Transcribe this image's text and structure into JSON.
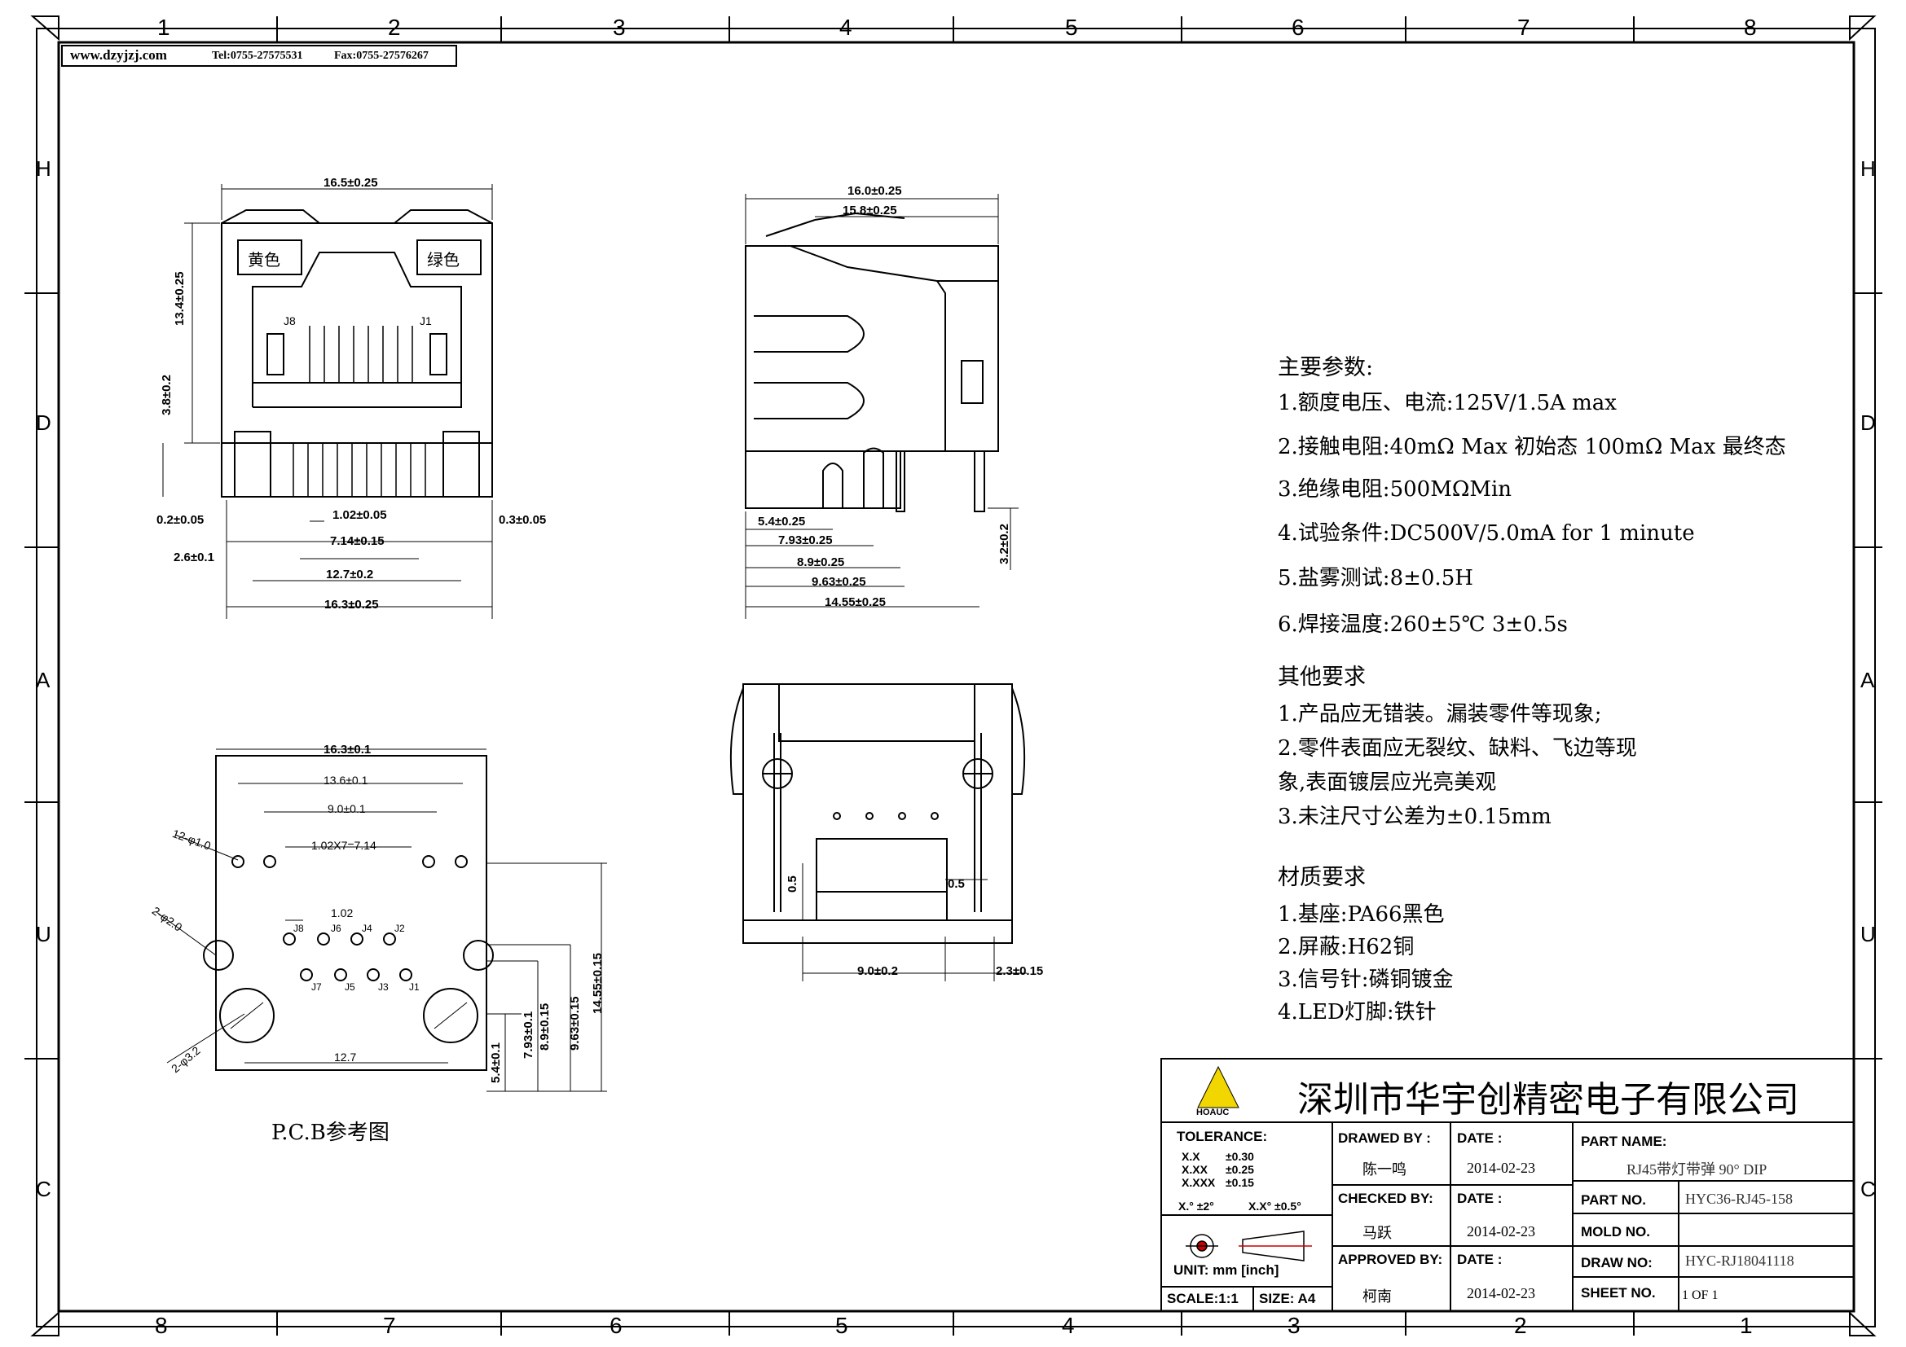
{
  "header": {
    "website": "www.dzyjzj.com",
    "phone": "Tel:0755-27575531",
    "fax": "Fax:0755-27576267"
  },
  "zones": {
    "top": [
      "1",
      "2",
      "3",
      "4",
      "5",
      "6",
      "7",
      "8"
    ],
    "bottom": [
      "8",
      "7",
      "6",
      "5",
      "4",
      "3",
      "2",
      "1"
    ],
    "left": [
      "H",
      "D",
      "A",
      "U",
      "C"
    ],
    "right": [
      "H",
      "D",
      "A",
      "U",
      "C"
    ]
  },
  "front_view": {
    "label_yellow": "黄色",
    "label_green": "绿色",
    "pin_j8": "J8",
    "pin_j1": "J1",
    "dims": {
      "overall_width": "16.5±0.25",
      "height": "13.4±0.25",
      "sub_height": "3.8±0.2",
      "pin_offset": "0.2±0.05",
      "pin_w": "2.6±0.1",
      "pitch": "1.02±0.05",
      "span_714": "7.14±0.15",
      "span_127": "12.7±0.2",
      "base_width": "16.3±0.25",
      "right_off": "0.3±0.05"
    }
  },
  "side_view": {
    "dims": {
      "length": "16.0±0.25",
      "length_inner": "15.8±0.25",
      "d1": "5.4±0.25",
      "d2": "7.93±0.25",
      "d3": "8.9±0.25",
      "d4": "9.63±0.25",
      "d5": "14.55±0.25",
      "pin_len": "3.2±0.2"
    }
  },
  "bottom_view": {
    "dims": {
      "a": "0.5",
      "b": "0.5",
      "c": "9.0±0.2",
      "d": "2.3±0.15"
    }
  },
  "pcb": {
    "caption": "P.C.B参考图",
    "dims": {
      "width": "16.3±0.1",
      "w136": "13.6±0.1",
      "w90": "9.0±0.1",
      "pitch": "1.02X7=7.14",
      "p102": "1.02",
      "h127": "12.7",
      "hole12": "12-φ1.0",
      "hole2": "2-φ2.0",
      "hole32": "2-φ3.2",
      "v1": "5.4±0.1",
      "v2": "7.93±0.1",
      "v3": "8.9±0.15",
      "v4": "9.63±0.15",
      "v5": "14.55±0.15"
    },
    "pins": [
      "J8",
      "J6",
      "J4",
      "J2",
      "J7",
      "J5",
      "J3",
      "J1"
    ]
  },
  "specs": {
    "title": "主要参数:",
    "items": [
      "1.额度电压、电流:125V/1.5A max",
      "2.接触电阻:40mΩ Max 初始态 100mΩ Max 最终态",
      "3.绝缘电阻:500MΩMin",
      "4.试验条件:DC500V/5.0mA for 1 minute",
      "5.盐雾测试:8±0.5H",
      "6.焊接温度:260±5℃ 3±0.5s"
    ]
  },
  "other_requirements": {
    "title": "其他要求",
    "items": [
      "1.产品应无错装。漏装零件等现象;",
      "2.零件表面应无裂纹、缺料、飞边等现",
      "象,表面镀层应光亮美观",
      "3.未注尺寸公差为±0.15mm"
    ]
  },
  "materials": {
    "title": "材质要求",
    "items": [
      "1.基座:PA66黑色",
      "2.屏蔽:H62铜",
      "3.信号针:磷铜镀金",
      "4.LED灯脚:铁针"
    ]
  },
  "title_block": {
    "company": "深圳市华宇创精密电子有限公司",
    "logo_text": "HOAUC",
    "tolerance_label": "TOLERANCE:",
    "tol_x": "X.X",
    "tol_x_val": "±0.30",
    "tol_xx": "X.XX",
    "tol_xx_val": "±0.25",
    "tol_xxx": "X.XXX",
    "tol_xxx_val": "±0.15",
    "tol_ang1": "X.° ±2°",
    "tol_ang2": "X.X° ±0.5°",
    "unit": "UNIT:  mm  [inch]",
    "scale": "SCALE:1:1",
    "size": "SIZE: A4",
    "drawn_by_label": "DRAWED BY :",
    "drawn_by": "陈一鸣",
    "checked_by_label": "CHECKED BY:",
    "checked_by": "马跃",
    "approved_by_label": "APPROVED BY:",
    "approved_by": "柯南",
    "date_label": "DATE :",
    "date1": "2014-02-23",
    "date2": "2014-02-23",
    "date3": "2014-02-23",
    "part_name_label": "PART NAME:",
    "part_name": "RJ45带灯带弹 90° DIP",
    "part_no_label": "PART NO.",
    "part_no": "HYC36-RJ45-158",
    "mold_no_label": "MOLD NO.",
    "mold_no": "",
    "draw_no_label": "DRAW NO:",
    "draw_no": "HYC-RJ18041118",
    "sheet_no_label": "SHEET NO.",
    "sheet_no": "1 OF 1"
  }
}
